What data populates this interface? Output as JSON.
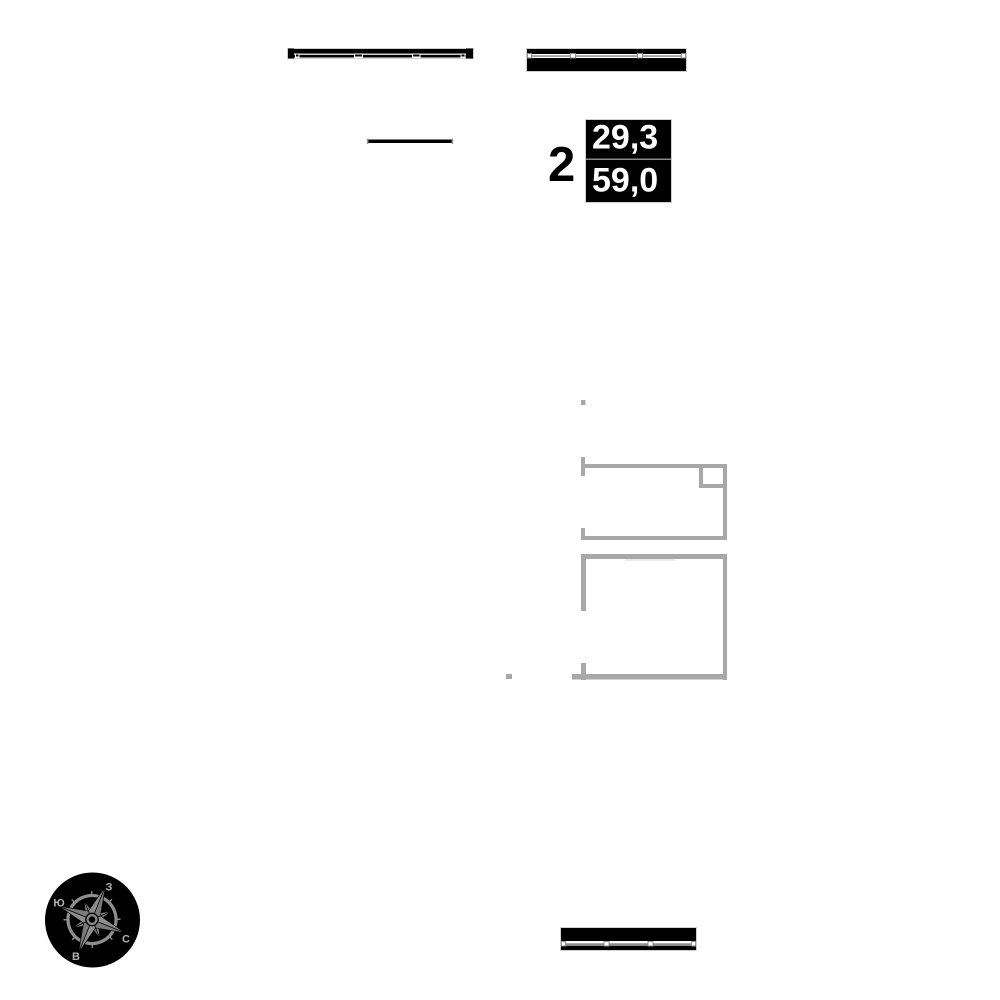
{
  "plan": {
    "colors": {
      "background": "#ffffff",
      "wall": "#000000",
      "partition": "#a8a8a8",
      "label_background": "#000000",
      "label_text": "#ffffff",
      "compass_background": "#000000",
      "compass_rose": "#8e8e8e",
      "compass_text": "#b0b0b0"
    },
    "room_label": {
      "room_count": "2",
      "areas": {
        "living": "29,3",
        "total": "59,0"
      }
    },
    "compass": {
      "icon": "compass-rose-icon",
      "labels": {
        "west": "З",
        "south": "Ю",
        "north": "С",
        "east": "В"
      }
    }
  }
}
